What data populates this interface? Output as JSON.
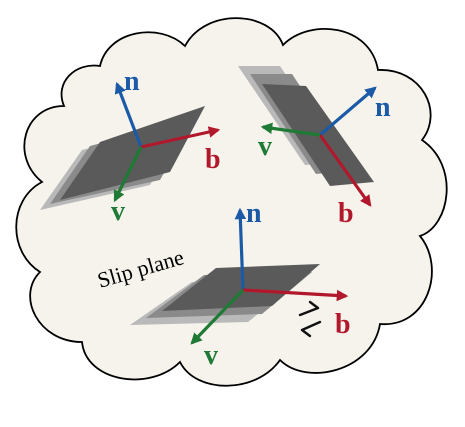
{
  "colors": {
    "cloud_fill": "#f5f3ec",
    "cloud_stroke": "#000000",
    "plane_front": "#5a5a5a",
    "plane_mid": "#8a8a8a",
    "plane_back": "#b9b9b9",
    "normal": "#1b5aa6",
    "burgers": "#b2182b",
    "velocity": "#1e7a34",
    "shear_arrows": "#111111"
  },
  "labels": {
    "normal": "n",
    "burgers": "b",
    "velocity": "v",
    "slip_plane": "Slip plane"
  },
  "icons": {
    "shear_sense": "opposing-half-arrows-icon"
  }
}
